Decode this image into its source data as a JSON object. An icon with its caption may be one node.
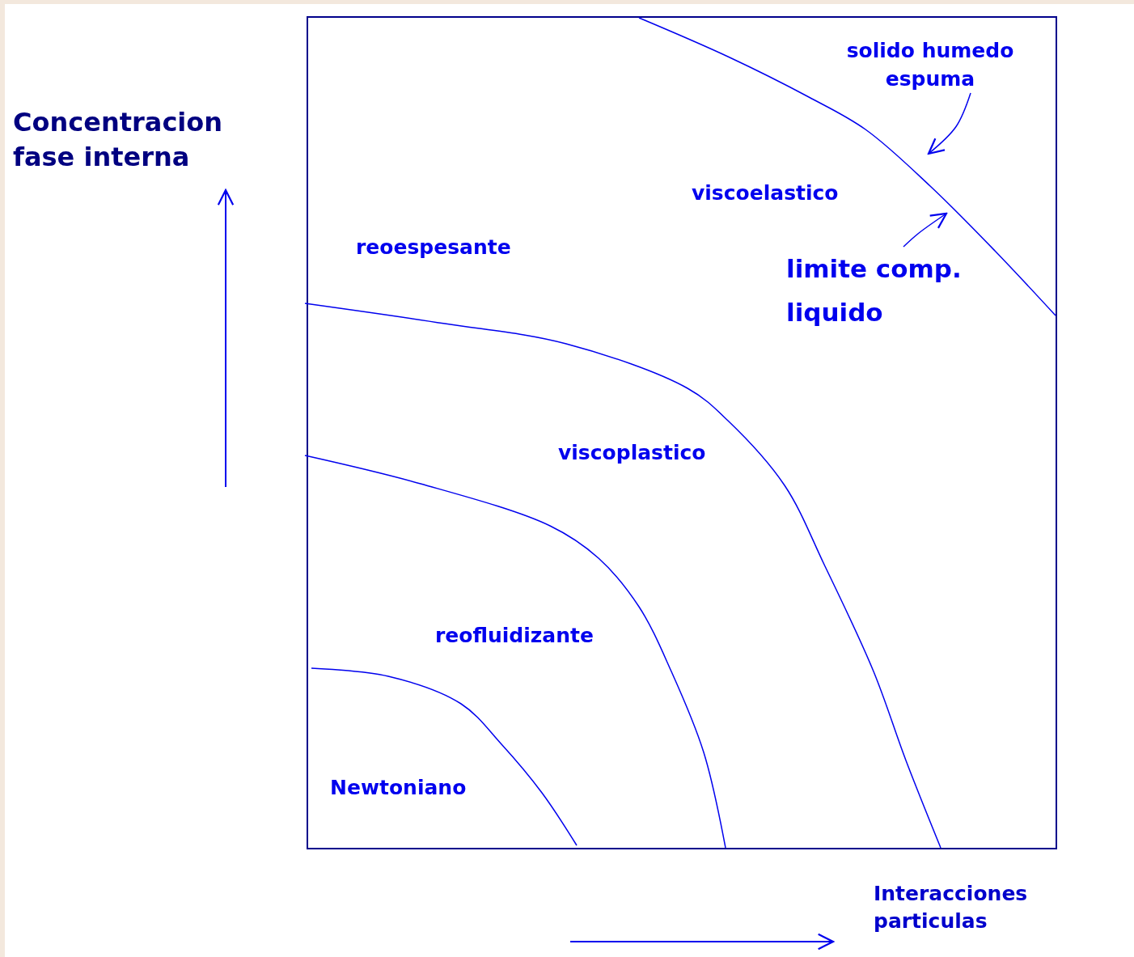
{
  "diagram": {
    "nodes": [
      {
        "text": [
          "solido humedo espuma"
        ]
      },
      {
        "text": [
          "limite comp. liquido"
        ]
      }
    ],
    "edges": [
      {
        "from": 0,
        "to": null,
        "arrow": "to"
      },
      {
        "from": 1,
        "to": null,
        "arrow": "to"
      }
    ],
    "labels": [
      "Concentracion fase interna",
      "viscoelastico",
      "reoespesante",
      "viscoplastico",
      "reofluidizante",
      "Newtoniano",
      "Interacciones particulas"
    ]
  }
}
